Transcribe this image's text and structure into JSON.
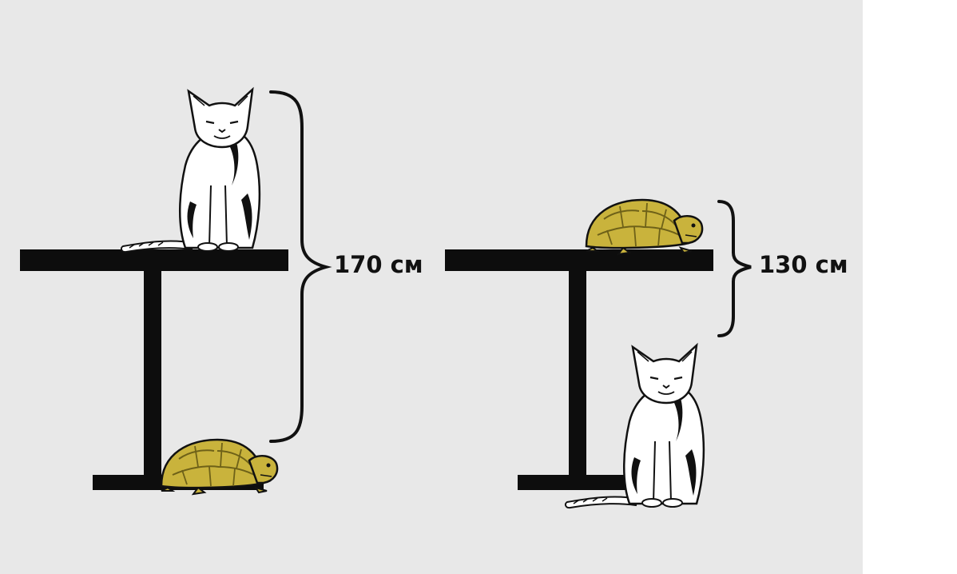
{
  "colors": {
    "background": "#e8e8e8",
    "table": "#0d0d0d",
    "cat_body": "#ffffff",
    "cat_patch": "#111111",
    "turtle_shell": "#c9b33c",
    "turtle_shell_dark": "#8a7a1e",
    "outline": "#111111"
  },
  "left_scene": {
    "measure_label": "170 см",
    "top_item": "cat",
    "bottom_item": "turtle"
  },
  "right_scene": {
    "measure_label": "130 см",
    "top_item": "turtle",
    "bottom_item": "cat"
  }
}
